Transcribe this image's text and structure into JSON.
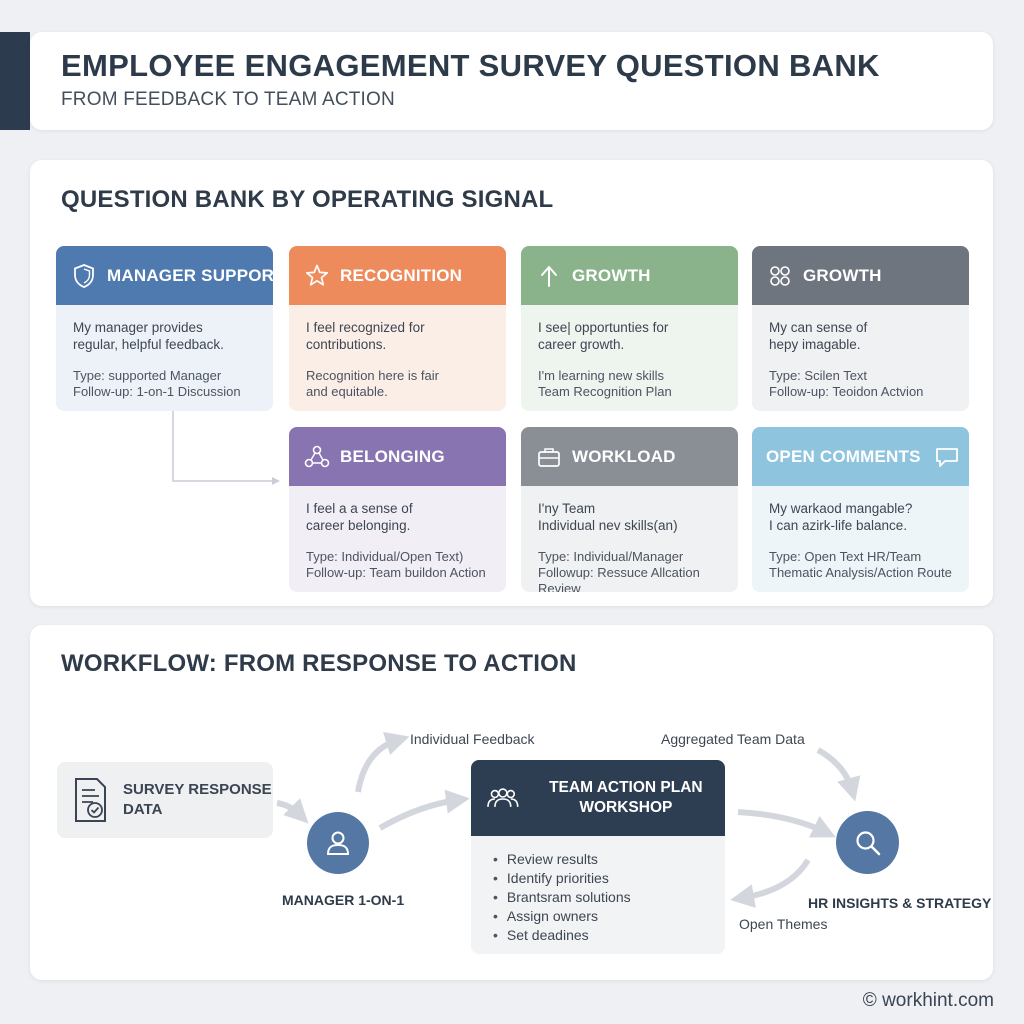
{
  "header": {
    "title": "EMPLOYEE ENGAGEMENT SURVEY QUESTION BANK",
    "subtitle": "FROM FEEDBACK TO TEAM ACTION"
  },
  "bank": {
    "heading": "QUESTION BANK BY OPERATING SIGNAL",
    "cards": [
      {
        "title": "MANAGER SUPPORT",
        "icon": "shield-icon",
        "color": "#4f7ab0",
        "question": "My manager provides\nregular, helpful feedback.",
        "meta": "Type: supported Manager\nFollow-up: 1-on-1 Discussion"
      },
      {
        "title": "RECOGNITION",
        "icon": "star-icon",
        "color": "#ee8b5c",
        "question": "I feel recognized for\ncontributions.",
        "meta": "Recognition here is fair\nand equitable."
      },
      {
        "title": "GROWTH",
        "icon": "arrow-up-icon",
        "color": "#8ab38c",
        "question": "I see| opportunties for\ncareer growth.",
        "meta": "I'm learning new skills\nTeam Recognition Plan"
      },
      {
        "title": "GROWTH",
        "icon": "links-icon",
        "color": "#6f757e",
        "question": "My can sense of\nhepy imagable.",
        "meta": "Type: Scilen Text\nFollow-up: Teoidon Actvion"
      },
      {
        "title": "BELONGING",
        "icon": "network-icon",
        "color": "#8874b0",
        "question": "I feel a a sense of\ncareer belonging.",
        "meta": "Type:  Individual/Open Text)\nFollow-up: Team buildon Action"
      },
      {
        "title": "WORKLOAD",
        "icon": "briefcase-icon",
        "color": "#8a8f96",
        "question": "I'ny Team\nIndividual nev skills(an)",
        "meta": "Type: Individual/Manager\nFollowup: Ressuce Allcation Review"
      },
      {
        "title": "OPEN COMMENTS",
        "icon": "chat-icon",
        "color": "#8ec4de",
        "question": "My warkaod mangable?\nI can azirk-life balance.",
        "meta": "Type: Open Text  HR/Team\nThematic Analysis/Action Route"
      }
    ]
  },
  "workflow": {
    "heading": "WORKFLOW: FROM RESPONSE TO ACTION",
    "survey": "SURVEY RESPONSE\nDATA",
    "manager": "MANAGER 1-ON-1",
    "action_title": "TEAM ACTION PLAN\nWORKSHOP",
    "action_items": [
      "Review results",
      "Identify priorities",
      "Brantsram solutions",
      "Assign owners",
      "Set deadines"
    ],
    "hr": "HR INSIGHTS & STRATEGY",
    "individual_feedback": "Individual Feedback",
    "aggregated": "Aggregated Team Data",
    "open_themes": "Open Themes"
  },
  "footer": {
    "copyright": "© workhint.com"
  }
}
